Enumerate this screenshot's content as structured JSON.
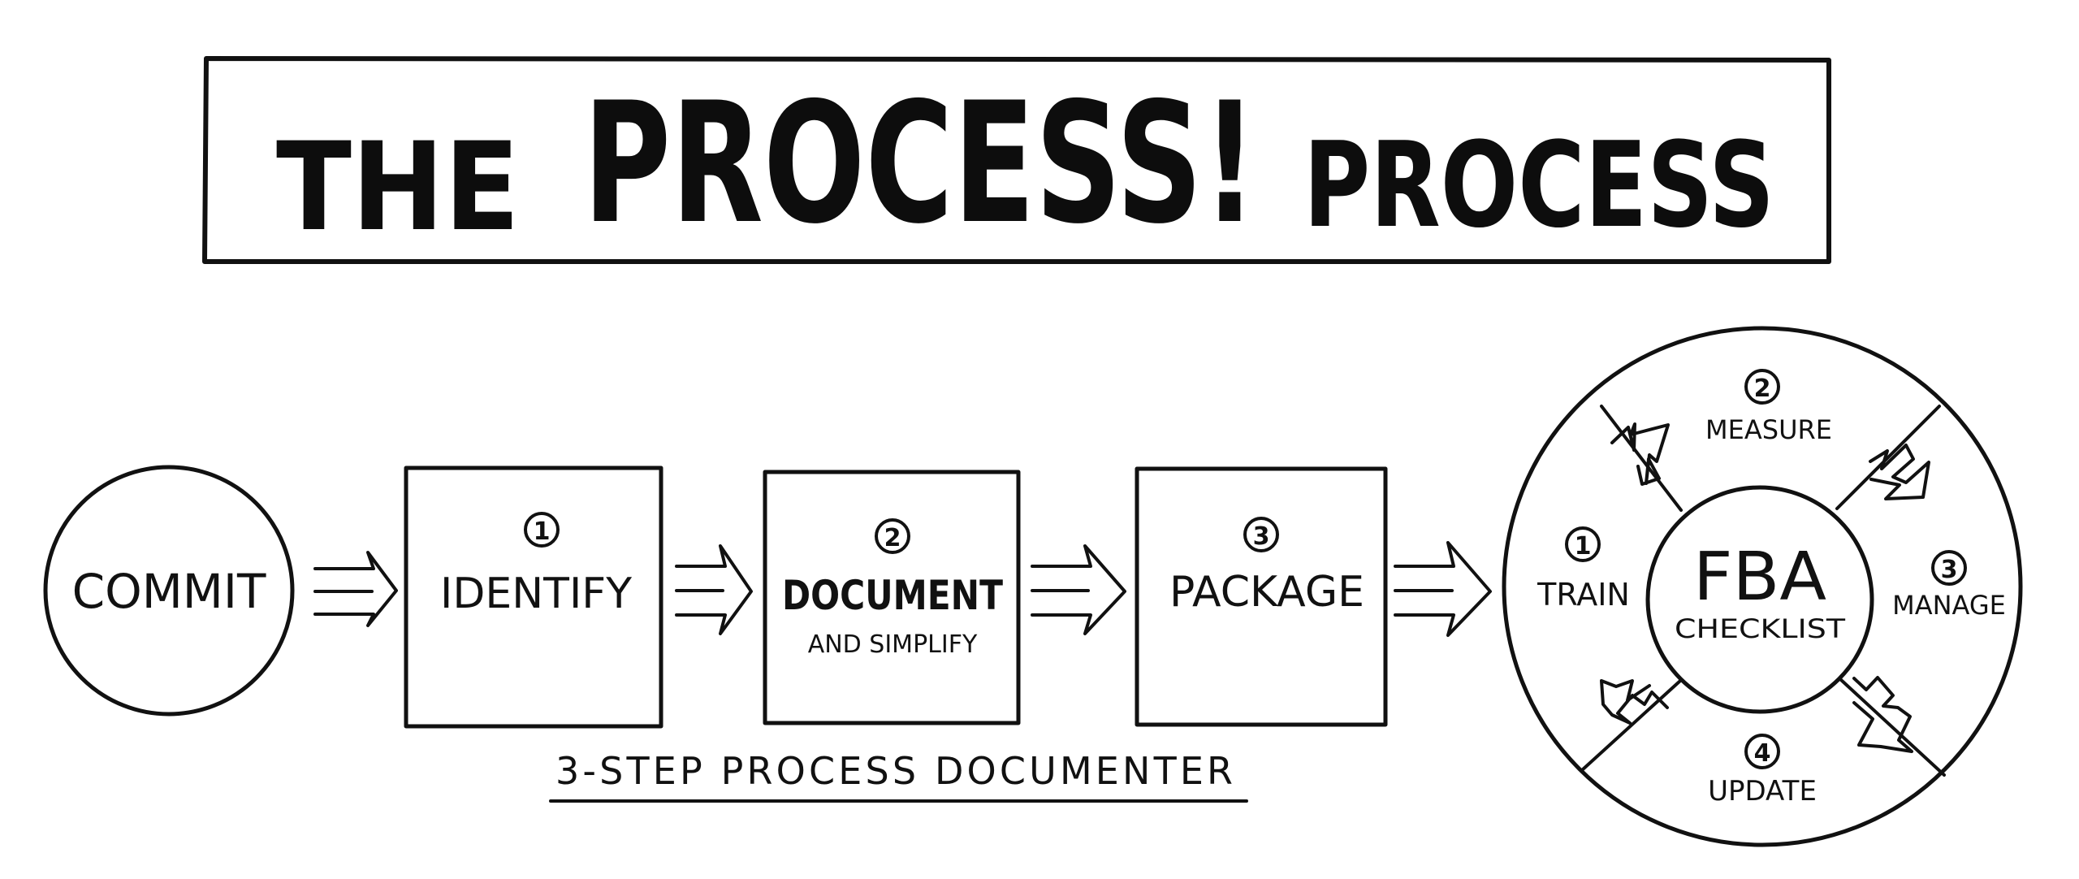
{
  "title": {
    "part1": "THE",
    "part2": "PROCESS!",
    "part3": "PROCESS"
  },
  "steps": [
    {
      "label": "COMMIT"
    },
    {
      "number": "1",
      "label": "IDENTIFY"
    },
    {
      "number": "2",
      "label": "DOCUMENT",
      "sublabel": "AND SIMPLIFY"
    },
    {
      "number": "3",
      "label": "PACKAGE"
    }
  ],
  "documenter_caption": "3-STEP PROCESS DOCUMENTER",
  "cycle": {
    "center_line1": "FBA",
    "center_line2": "CHECKLIST",
    "items": [
      {
        "number": "1",
        "label": "TRAIN"
      },
      {
        "number": "2",
        "label": "MEASURE"
      },
      {
        "number": "3",
        "label": "MANAGE"
      },
      {
        "number": "4",
        "label": "UPDATE"
      }
    ]
  },
  "colors": {
    "ink": "#111111",
    "background": "#ffffff"
  }
}
